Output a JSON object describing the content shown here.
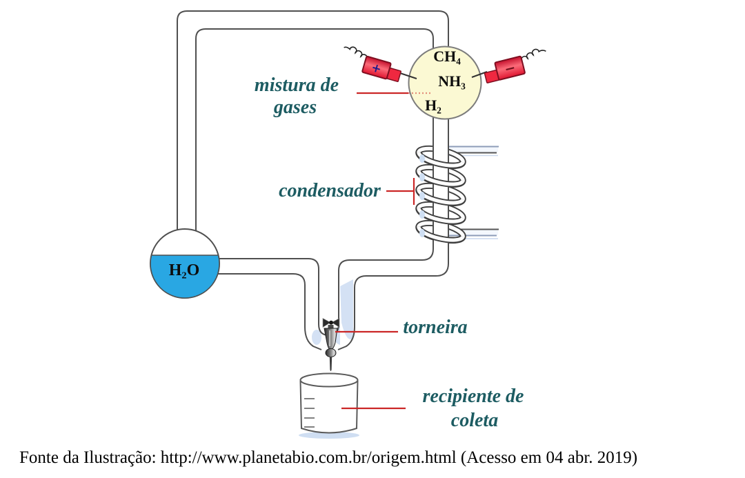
{
  "diagram": {
    "gas_mixture_label": [
      "mistura de",
      "gases"
    ],
    "condenser_label": "condensador",
    "tap_label": "torneira",
    "collection_label": [
      "recipiente de",
      "coleta"
    ],
    "flask_gases": {
      "ch4": "CH₄",
      "nh3": "NH₃",
      "h2": "H₂"
    },
    "water_flask_label": "H₂O",
    "electrode_positive": "+",
    "electrode_negative": "−"
  },
  "caption": "Fonte da Ilustração: http://www.planetabio.com.br/origem.html (Acesso em 04 abr. 2019)",
  "colors": {
    "label_teal": "#1d5c62",
    "leader_red": "#cb2626",
    "water_blue": "#29a7e3",
    "flask_cream": "#fbf9d3",
    "electrode_red": "#ee2742",
    "glass_outline": "#4f4f4f",
    "pale_blue": "#d4e1f4",
    "background": "#ffffff"
  }
}
